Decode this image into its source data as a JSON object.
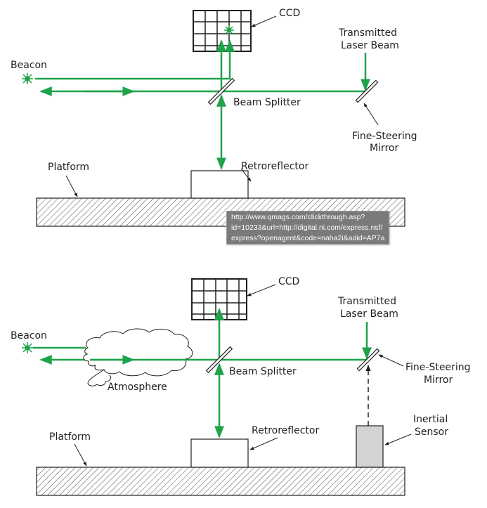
{
  "colors": {
    "beam": "#1fa34a",
    "outline": "#231f20",
    "sensor_fill": "#d1d3d4",
    "tooltip_bg": "#7a7a7a"
  },
  "top_diagram": {
    "labels": {
      "ccd": "CCD",
      "transmitted_line1": "Transmitted",
      "transmitted_line2": "Laser Beam",
      "beacon": "Beacon",
      "beam_splitter": "Beam Splitter",
      "fsm_line1": "Fine-Steering",
      "fsm_line2": "Mirror",
      "platform": "Platform",
      "retroreflector": "Retroreflector"
    }
  },
  "bottom_diagram": {
    "labels": {
      "ccd": "CCD",
      "transmitted_line1": "Transmitted",
      "transmitted_line2": "Laser Beam",
      "beacon": "Beacon",
      "atmosphere": "Atmosphere",
      "beam_splitter": "Beam Splitter",
      "fsm_line1": "Fine-Steering",
      "fsm_line2": "Mirror",
      "platform": "Platform",
      "retroreflector": "Retroreflector",
      "inertial_line1": "Inertial",
      "inertial_line2": "Sensor"
    }
  },
  "tooltip": {
    "lines": [
      "http://www.qmags.com/clickthrough.asp?",
      "id=10233&url=http://digital.ni.com/express.nsf/",
      "express?openagent&code=naha2i&adid=AP7a"
    ]
  }
}
